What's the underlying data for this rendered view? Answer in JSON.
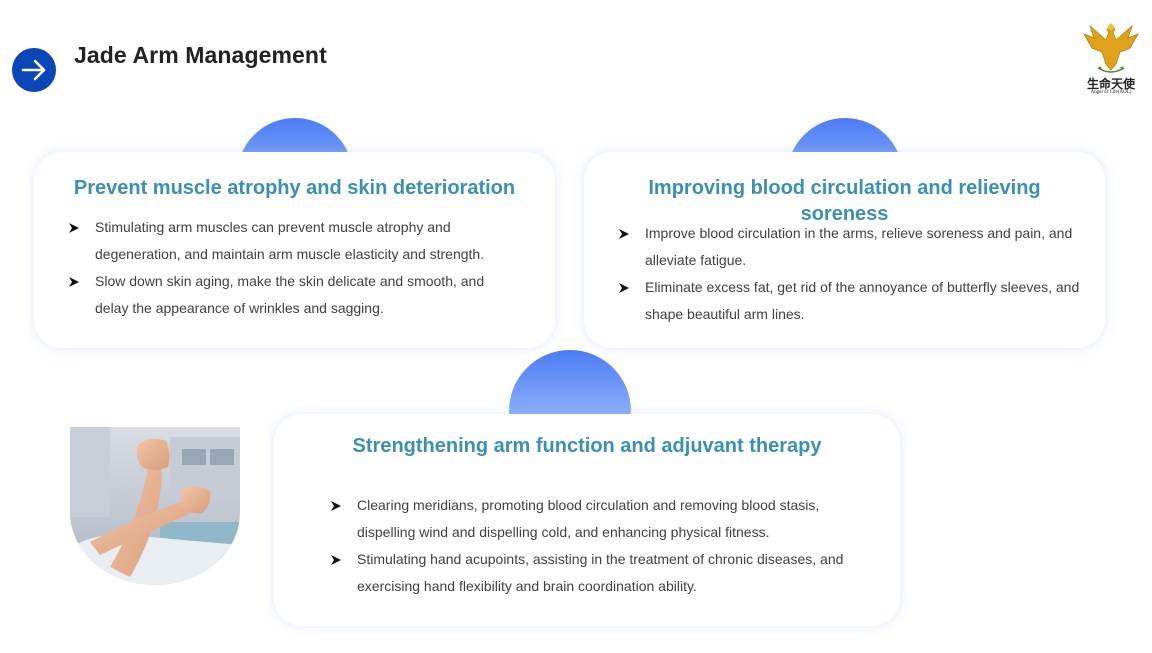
{
  "page": {
    "title": "Jade Arm Management"
  },
  "logo": {
    "name_cn": "生命天使",
    "name_en": "Angel of Life(AOL)"
  },
  "cards": [
    {
      "title": "Prevent muscle atrophy and skin deterioration",
      "bullets": [
        "Stimulating arm muscles can prevent muscle atrophy and degeneration, and maintain arm muscle elasticity and strength.",
        "Slow down skin aging, make the skin delicate and smooth, and delay the appearance of wrinkles and sagging."
      ]
    },
    {
      "title": "Improving blood circulation and relieving soreness",
      "bullets": [
        "Improve blood circulation in the arms, relieve soreness and pain, and alleviate fatigue.",
        "Eliminate excess fat, get rid of the annoyance of butterfly sleeves, and shape beautiful arm lines."
      ]
    },
    {
      "title": "Strengthening arm function and adjuvant therapy",
      "bullets": [
        "Clearing meridians, promoting blood circulation and removing blood stasis, dispelling wind and dispelling cold, and enhancing physical fitness.",
        "Stimulating hand acupoints, assisting in the treatment of chronic diseases, and exercising hand flexibility and brain coordination ability."
      ]
    }
  ],
  "colors": {
    "accent_blue": "#0a46b8",
    "title_teal": "#3a8fb5",
    "bubble_blue": "#4b7cf5"
  },
  "icons": {
    "header": "arrow-right-icon",
    "bullet": "arrowhead-bullet-icon",
    "logo": "golden-eagle-icon"
  }
}
